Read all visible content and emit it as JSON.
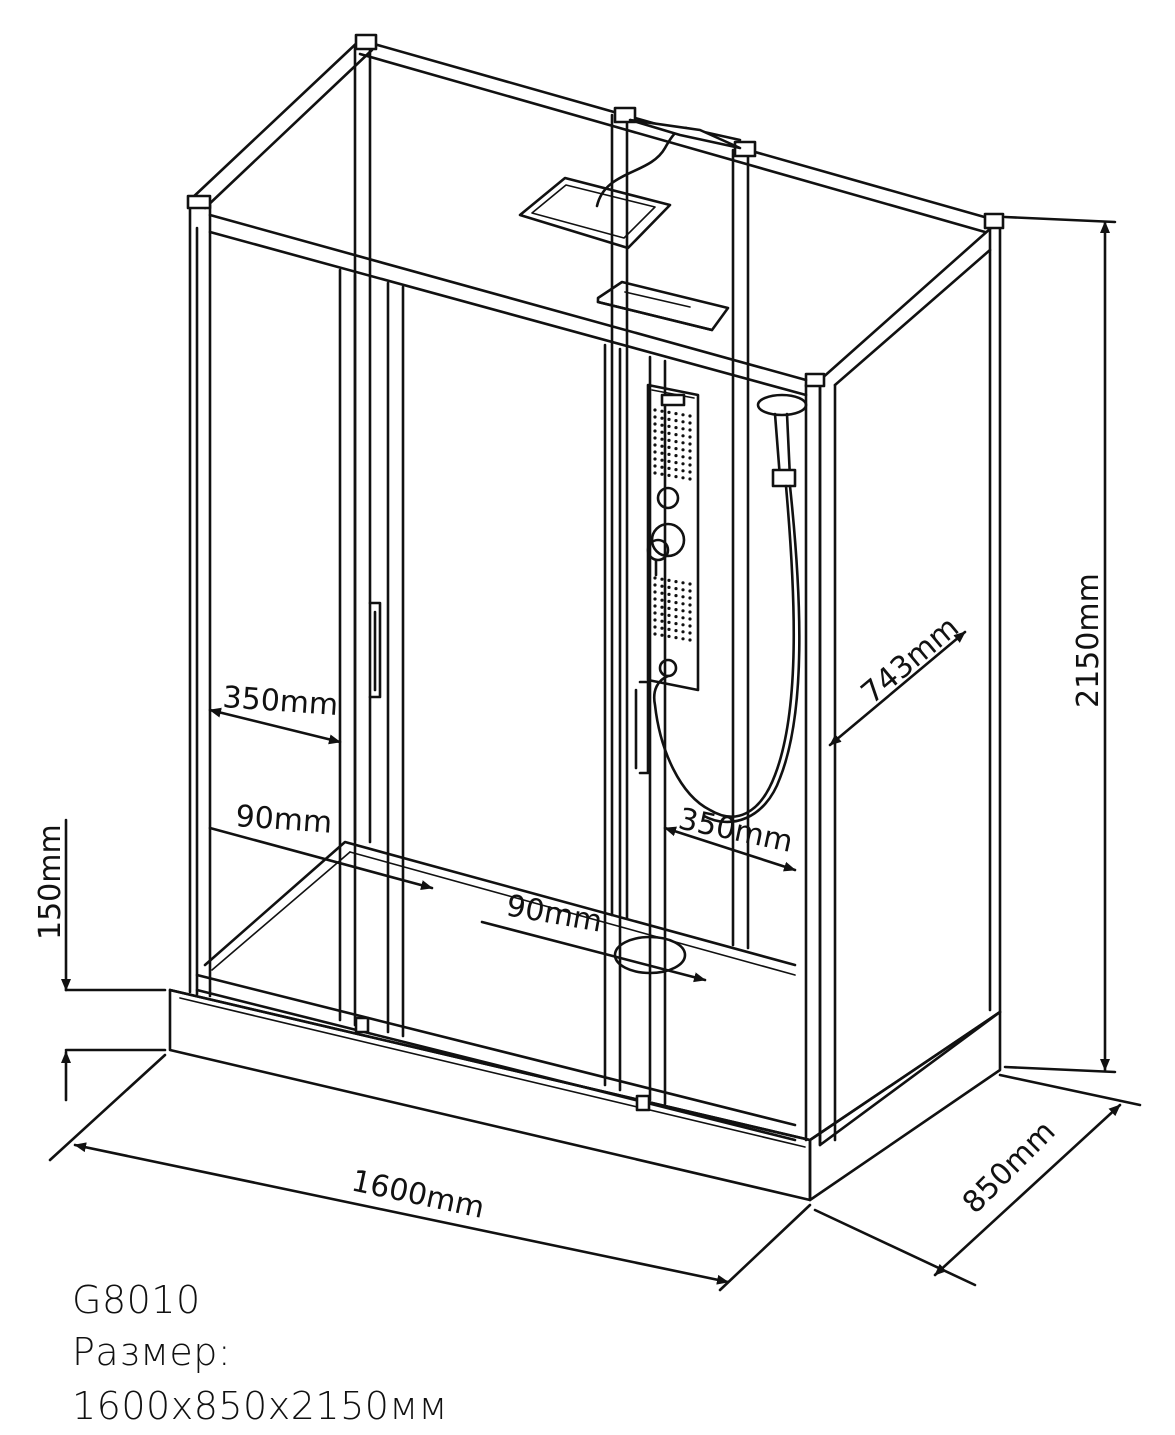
{
  "colors": {
    "ink": "#111111",
    "background": "#ffffff"
  },
  "dimensions": {
    "height": "2150mm",
    "depth_side": "743mm",
    "width": "1600mm",
    "depth": "850mm",
    "base_height": "150mm",
    "door_left_gap": "350mm",
    "door_right_gap": "350mm",
    "threshold_left": "90mm",
    "threshold_center": "90mm"
  },
  "caption": {
    "model": "G8010",
    "size_label": "Размер:",
    "size_value": "1600x850x2150мм"
  }
}
